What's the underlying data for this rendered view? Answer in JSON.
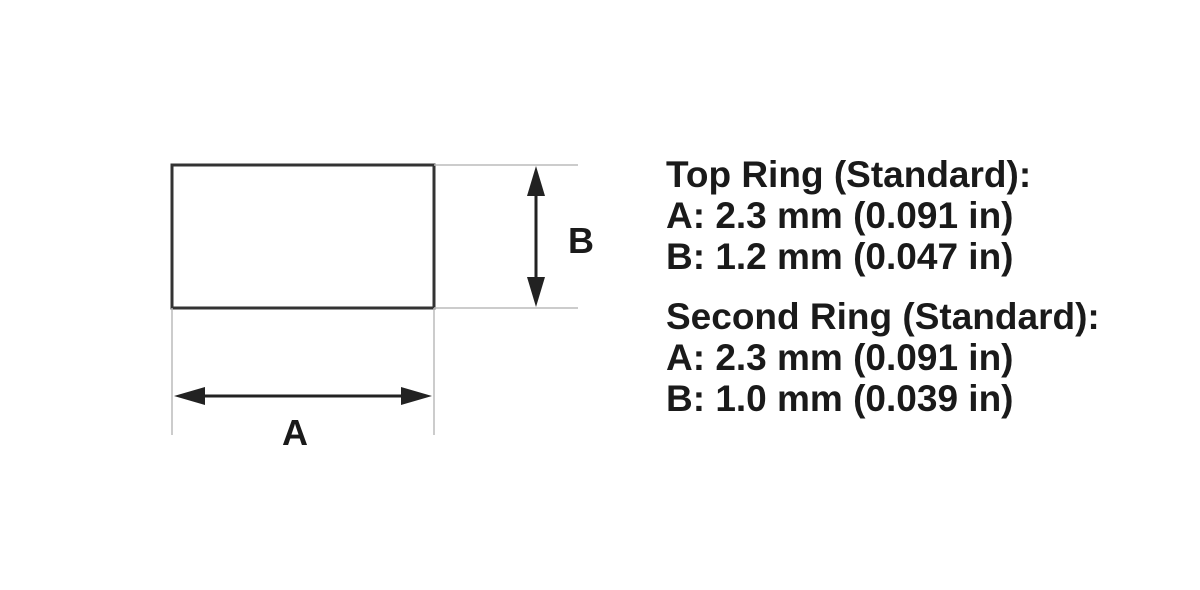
{
  "diagram": {
    "label_a": "A",
    "label_b": "B"
  },
  "specs": [
    {
      "title": "Top Ring (Standard):",
      "a": "A: 2.3 mm (0.091 in)",
      "b": "B: 1.2 mm (0.047 in)"
    },
    {
      "title": "Second Ring (Standard):",
      "a": "A: 2.3 mm (0.091 in)",
      "b": "B: 1.0 mm (0.039 in)"
    }
  ]
}
